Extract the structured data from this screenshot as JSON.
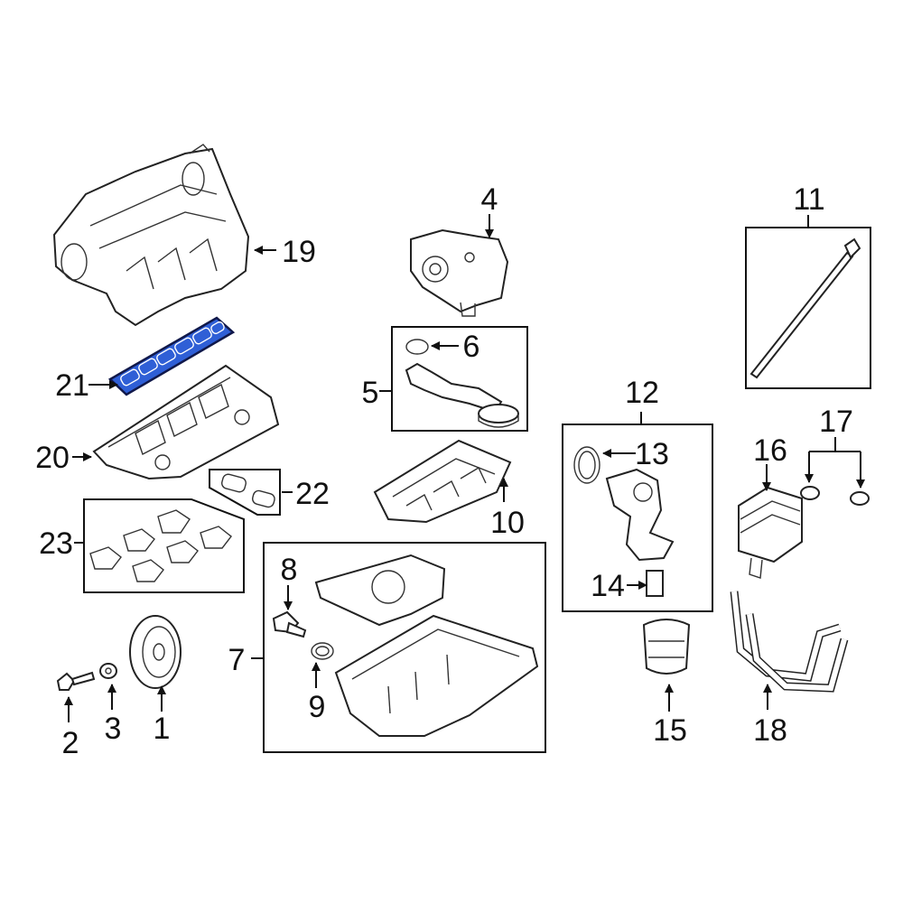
{
  "callouts": [
    "1",
    "2",
    "3",
    "4",
    "5",
    "6",
    "7",
    "8",
    "9",
    "10",
    "11",
    "12",
    "13",
    "14",
    "15",
    "16",
    "17",
    "18",
    "19",
    "20",
    "21",
    "22",
    "23"
  ],
  "highlight_color": "#2f5fd6",
  "line_color": "#111111"
}
